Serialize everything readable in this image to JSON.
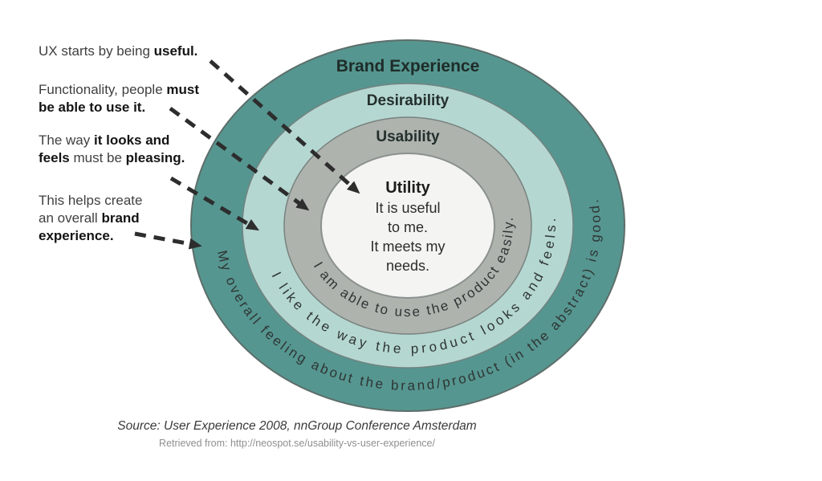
{
  "diagram": {
    "arrow_color": "#2d2d2d",
    "ring_border_color": "#617370",
    "rings": {
      "brand_experience": {
        "label": "Brand Experience",
        "curved_text": "My overall feeling about the brand/product (in the abstract) is good.",
        "fill": "#569690"
      },
      "desirability": {
        "label": "Desirability",
        "curved_text": "I like the way the product looks and feels.",
        "fill": "#b5d7d1"
      },
      "usability": {
        "label": "Usability",
        "curved_text": "I am able to use the product easily.",
        "fill": "#aeb3ae"
      },
      "utility": {
        "label": "Utility",
        "lines": [
          "It is useful",
          "to me.",
          "It meets my",
          "needs."
        ],
        "fill": "#f4f4f2"
      }
    },
    "annotations": {
      "note1": {
        "line1_regular": "UX starts by being ",
        "line1_bold": "useful."
      },
      "note2": {
        "line1_regular": "Functionality, people ",
        "line1_bold": "must",
        "line2_bold": "be able to use it."
      },
      "note3": {
        "line1_regular": "The way ",
        "line1_bold": "it looks and",
        "line2_bold1": "feels",
        "line2_regular": " must be ",
        "line2_bold2": "pleasing."
      },
      "note4": {
        "line1_regular": "This helps create",
        "line2_regular": "an overall ",
        "line2_bold": "brand",
        "line3_bold": "experience."
      }
    },
    "footer": {
      "source": "Source: User Experience 2008, nnGroup Conference Amsterdam",
      "retrieved": "Retrieved from: http://neospot.se/usability-vs-user-experience/"
    }
  }
}
